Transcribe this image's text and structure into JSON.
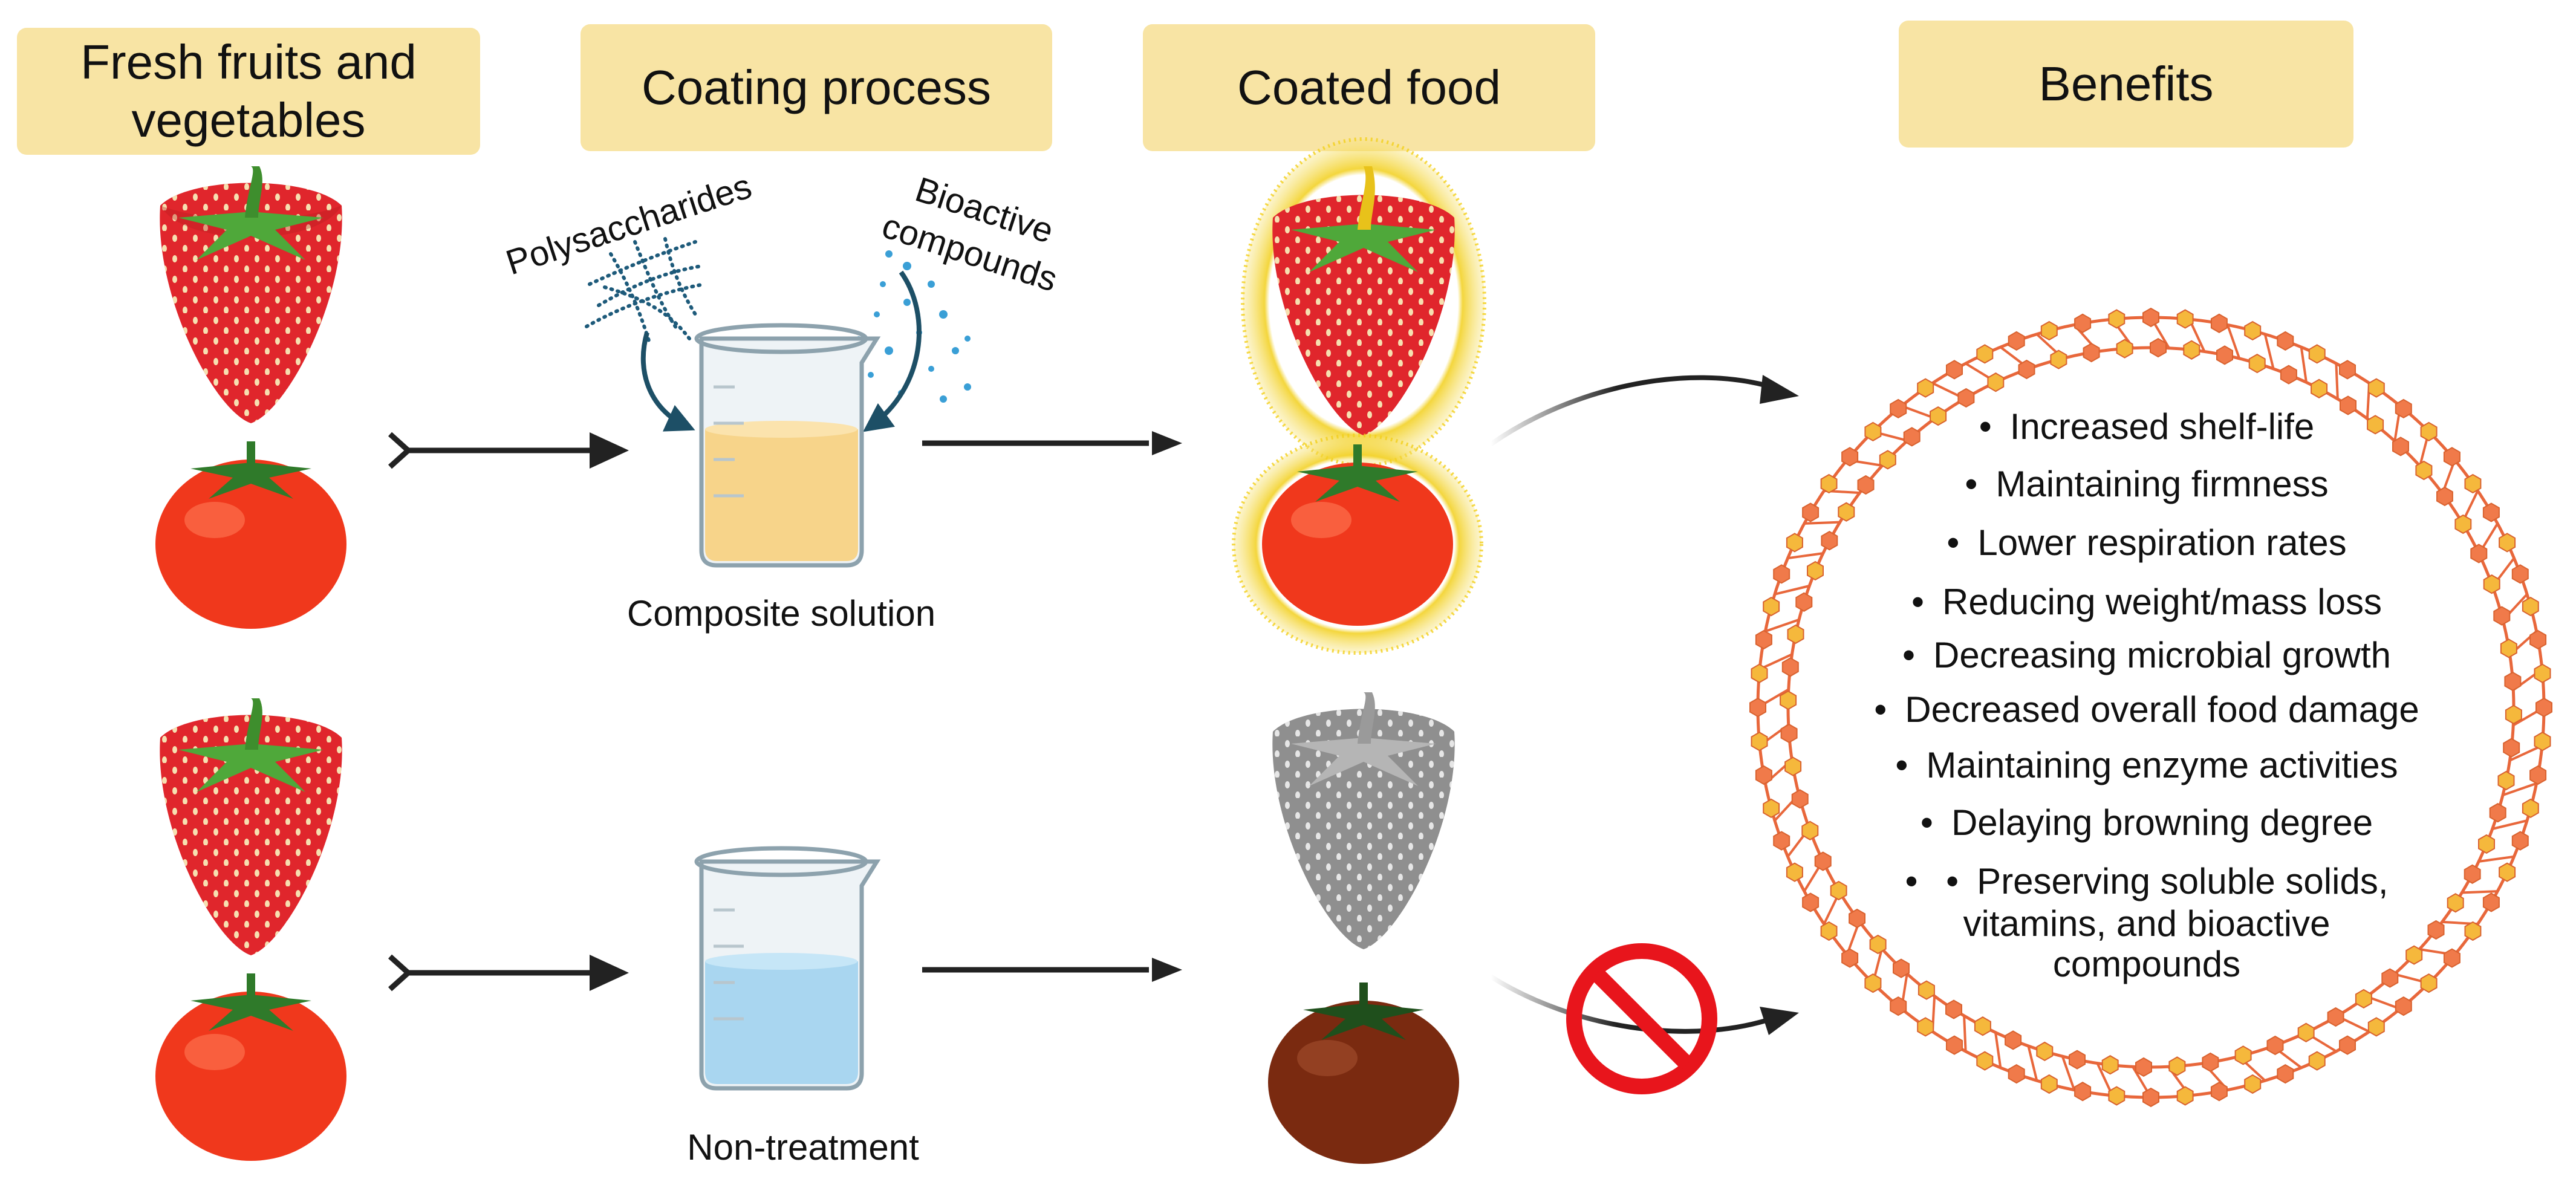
{
  "headers": {
    "fresh": "Fresh fruits and vegetables",
    "coating": "Coating process",
    "coated": "Coated food",
    "benefits": "Benefits"
  },
  "labels": {
    "polysaccharides": "Polysaccharides",
    "bioactive_line1": "Bioactive",
    "bioactive_line2": "compounds",
    "composite": "Composite solution",
    "non_treatment": "Non-treatment"
  },
  "benefits": [
    "Increased shelf-life",
    "Maintaining firmness",
    "Lower respiration rates",
    "Reducing weight/mass loss",
    "Decreasing microbial growth",
    "Decreased overall food damage",
    "Maintaining enzyme activities",
    "Delaying browning degree"
  ],
  "benefit_last": {
    "line1": "Preserving soluble solids,",
    "line2": "vitamins, and bioactive",
    "line3": "compounds"
  },
  "colors": {
    "header_bg": "#f8e4a4",
    "strawberry": "#e0262c",
    "tomato": "#f0381c",
    "leaf": "#4fa83a",
    "coating_glow": "#f2cf1b",
    "solution": "#f7d48a",
    "water": "#a9d6f0",
    "ring_outer": "#f07a4a",
    "ring_node": "#f5b83c",
    "prohibit": "#e8151c",
    "spoiled_tomato": "#7a2a10"
  }
}
